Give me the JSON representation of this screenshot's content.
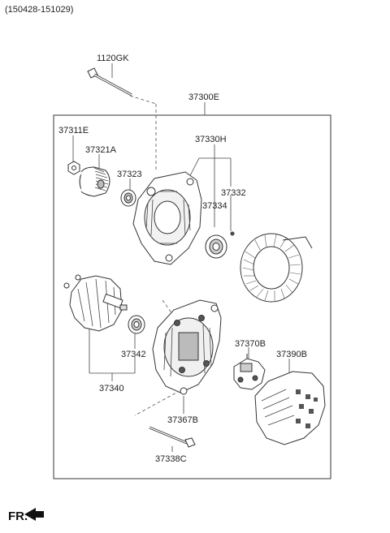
{
  "header": {
    "code": "(150428-151029)"
  },
  "footer": {
    "direction": "FR."
  },
  "parts": [
    {
      "id": "p-1120GK",
      "label": "1120GK"
    },
    {
      "id": "p-37300E",
      "label": "37300E"
    },
    {
      "id": "p-37311E",
      "label": "37311E"
    },
    {
      "id": "p-37321A",
      "label": "37321A"
    },
    {
      "id": "p-37323",
      "label": "37323"
    },
    {
      "id": "p-37330H",
      "label": "37330H"
    },
    {
      "id": "p-37332",
      "label": "37332"
    },
    {
      "id": "p-37334",
      "label": "37334"
    },
    {
      "id": "p-37342",
      "label": "37342"
    },
    {
      "id": "p-37340",
      "label": "37340"
    },
    {
      "id": "p-37370B",
      "label": "37370B"
    },
    {
      "id": "p-37390B",
      "label": "37390B"
    },
    {
      "id": "p-37367B",
      "label": "37367B"
    },
    {
      "id": "p-37338C",
      "label": "37338C"
    }
  ],
  "colors": {
    "line": "#333333",
    "fill": "#ffffff",
    "shade": "#d9d9d9",
    "dark": "#555555"
  }
}
